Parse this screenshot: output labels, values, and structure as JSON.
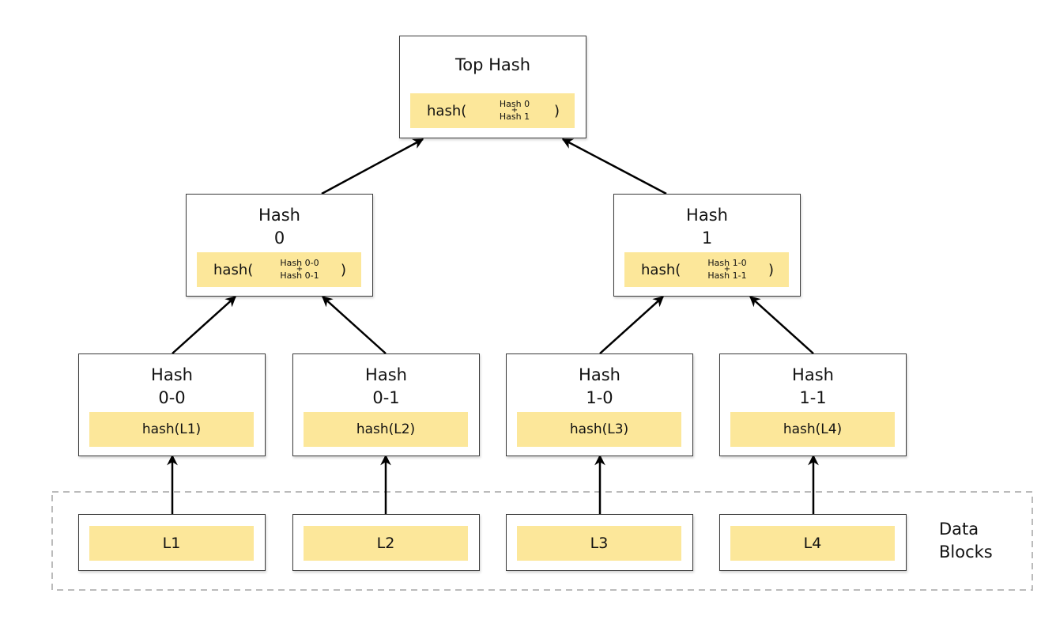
{
  "top": {
    "title": "Top Hash",
    "fn": "hash(",
    "in1": "Hash 0",
    "plus": "+",
    "in2": "Hash 1",
    "close": ")"
  },
  "h0": {
    "title1": "Hash",
    "title2": "0",
    "fn": "hash(",
    "in1": "Hash 0-0",
    "plus": "+",
    "in2": "Hash 0-1",
    "close": ")"
  },
  "h1": {
    "title1": "Hash",
    "title2": "1",
    "fn": "hash(",
    "in1": "Hash 1-0",
    "plus": "+",
    "in2": "Hash 1-1",
    "close": ")"
  },
  "h00": {
    "title1": "Hash",
    "title2": "0-0",
    "value": "hash(L1)"
  },
  "h01": {
    "title1": "Hash",
    "title2": "0-1",
    "value": "hash(L2)"
  },
  "h10": {
    "title1": "Hash",
    "title2": "1-0",
    "value": "hash(L3)"
  },
  "h11": {
    "title1": "Hash",
    "title2": "1-1",
    "value": "hash(L4)"
  },
  "leaves": [
    "L1",
    "L2",
    "L3",
    "L4"
  ],
  "data_blocks_label": {
    "line1": "Data",
    "line2": "Blocks"
  },
  "colors": {
    "highlight": "#fce79a",
    "border": "#3a3a3a",
    "dashed": "#bbbbbb"
  }
}
